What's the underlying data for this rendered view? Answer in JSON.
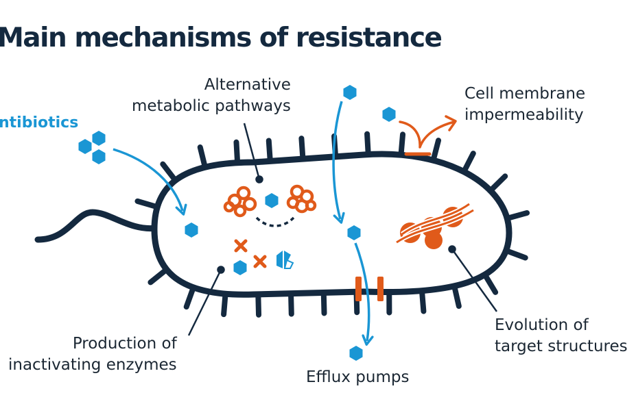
{
  "title": "Main mechanisms of resistance",
  "antibiotics_label": "ntibiotics",
  "labels": {
    "alternative_pathways": [
      "Alternative",
      "metabolic pathways"
    ],
    "membrane_impermeability": [
      "Cell membrane",
      "impermeability"
    ],
    "inactivating_enzymes": [
      "Production of",
      "inactivating enzymes"
    ],
    "efflux_pumps": [
      "Efflux pumps"
    ],
    "target_evolution": [
      "Evolution of",
      "target structures"
    ]
  },
  "colors": {
    "outline": "#14293f",
    "title": "#14293f",
    "text": "#1b2733",
    "antibiotic": "#1a96d4",
    "resistance": "#e05a1a"
  },
  "icons": [
    "hexagon-icon",
    "cross-icon",
    "enzyme-icon",
    "chromosome-icon"
  ]
}
